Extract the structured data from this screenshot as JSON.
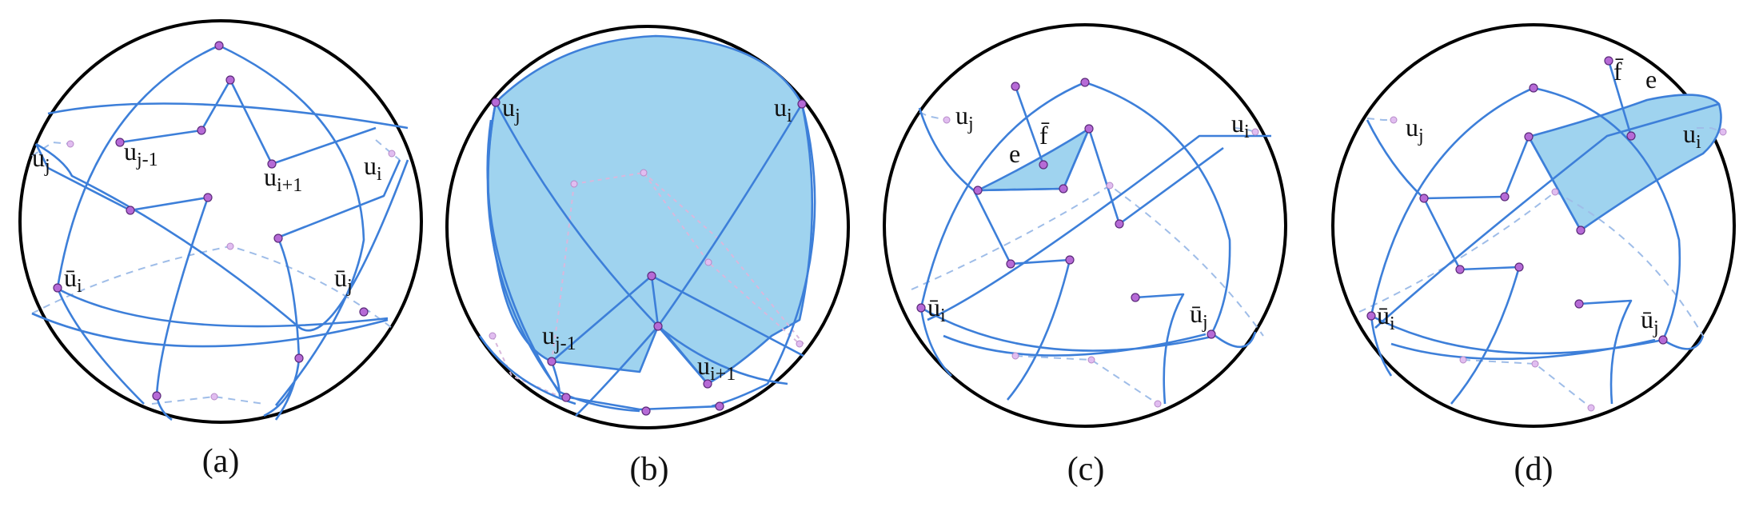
{
  "panels": [
    {
      "caption": "(a)",
      "labels": {
        "u_j": "uj",
        "u_j_minus_1": "uj-1",
        "u_i_plus_1": "ui+1",
        "u_i": "ui",
        "ubar_i": "ūi",
        "ubar_j": "ūj"
      }
    },
    {
      "caption": "(b)",
      "labels": {
        "u_j": "uj",
        "u_i": "ui",
        "u_j_minus_1": "uj-1",
        "u_i_plus_1": "ui+1"
      }
    },
    {
      "caption": "(c)",
      "labels": {
        "u_j": "uj",
        "u_i": "ui",
        "e": "e",
        "fbar": "f̄",
        "ubar_i": "ūi",
        "ubar_j": "ūj"
      }
    },
    {
      "caption": "(d)",
      "labels": {
        "u_j": "uj",
        "u_i": "ui",
        "e": "e",
        "fbar": "f̄",
        "ubar_i": "ūi",
        "ubar_j": "ūj"
      }
    }
  ],
  "colors": {
    "edge": "#3d7fd9",
    "hidden_edge": "#9fbde8",
    "face_fill": "#9fd3ef",
    "vertex": "#b66ad6",
    "sphere_outline": "#000000"
  }
}
